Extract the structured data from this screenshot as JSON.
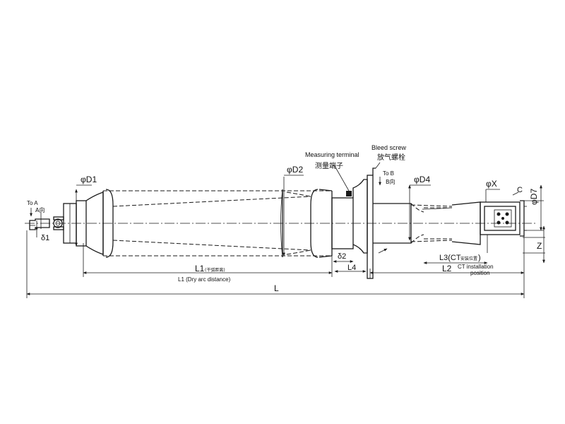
{
  "labels": {
    "to_a": "To A",
    "a_dir": "A向",
    "delta1": "δ1",
    "od1": "φD1",
    "od2": "φD2",
    "od4": "φD4",
    "ox": "φX",
    "od7": "φD7",
    "c": "C",
    "z": "Z",
    "measuring_terminal": "Measuring terminal",
    "measuring_terminal_cn": "测量端子",
    "bleed_screw": "Bleed screw",
    "bleed_screw_cn": "放气螺栓",
    "to_b": "To B",
    "b_dir": "B向",
    "delta2": "δ2",
    "l4": "L4",
    "l1": "L1",
    "l1_cn": "(干弧距离)",
    "l1_en": "L1 (Dry arc distance)",
    "l3": "L3(CT",
    "l3_cn": "安装位置",
    "l3_close": ")",
    "l2": "L2",
    "ct_install_1": "CT installation",
    "ct_install_2": "position",
    "l": "L"
  }
}
